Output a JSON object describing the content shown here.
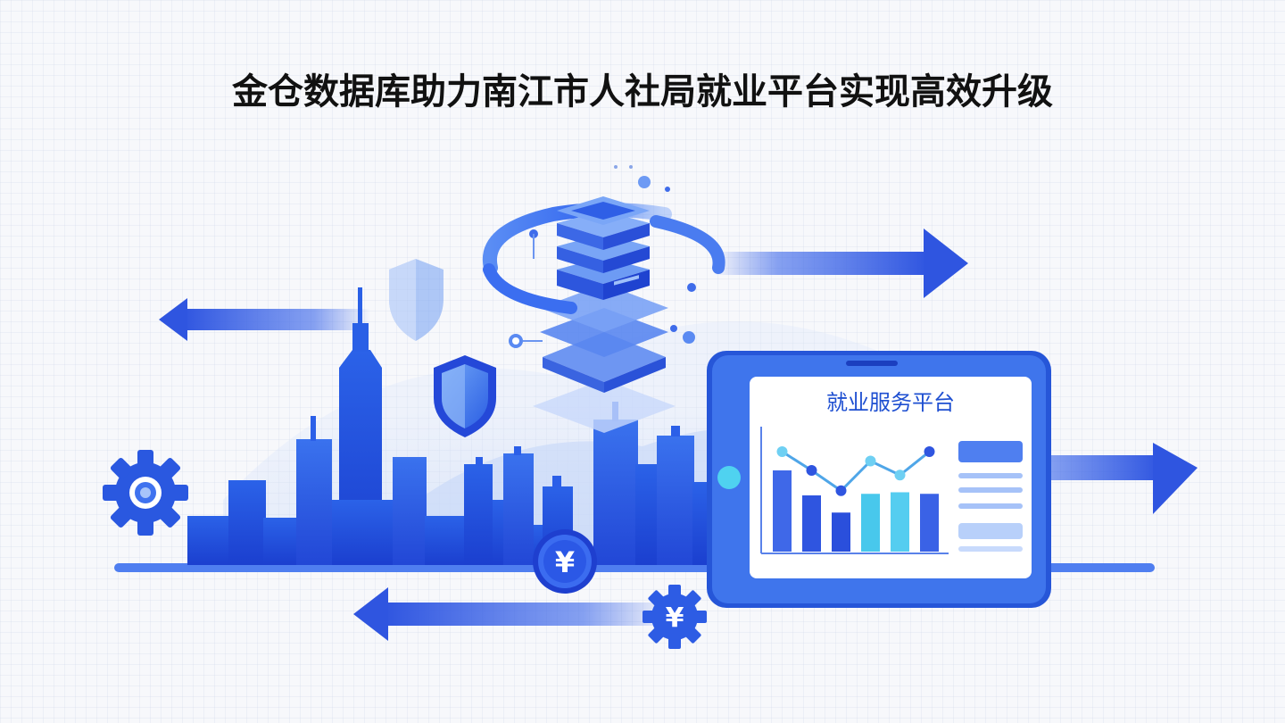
{
  "title": "金仓数据库助力南江市人社局就业平台实现高效升级",
  "screen": {
    "platform_title": "就业服务平台"
  },
  "icons": {
    "yen_symbol": "¥"
  },
  "colors": {
    "primary_blue": "#1e4fd1",
    "light_blue": "#6aa0f5",
    "cyan": "#48c8ec",
    "background": "#f7f8fb"
  },
  "chart_data": {
    "type": "bar",
    "categories": [
      "",
      "",
      "",
      "",
      "",
      ""
    ],
    "values": [
      5.2,
      3.6,
      2.5,
      3.7,
      3.8,
      3.7
    ],
    "line_values": [
      6.4,
      5.2,
      3.9,
      5.8,
      4.9,
      6.4
    ],
    "ylim": [
      0,
      8
    ]
  }
}
